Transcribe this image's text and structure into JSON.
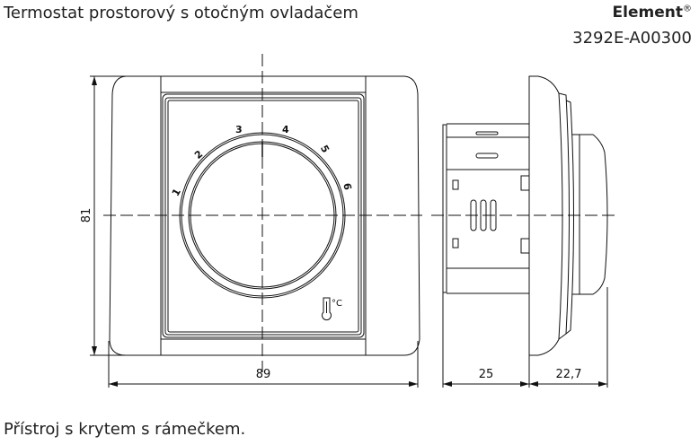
{
  "header": {
    "title": "Termostat prostorový s otočným ovladačem",
    "brand": "Element",
    "brand_mark": "®",
    "product_code": "3292E-A00300"
  },
  "drawing": {
    "dial_numbers": [
      "1",
      "2",
      "3",
      "4",
      "5",
      "6"
    ],
    "unit_symbol": "°C",
    "dimensions": {
      "height": "81",
      "width": "89",
      "body_depth": "25",
      "cover_depth": "22,7"
    }
  },
  "caption": "Přístroj s krytem s rámečkem."
}
